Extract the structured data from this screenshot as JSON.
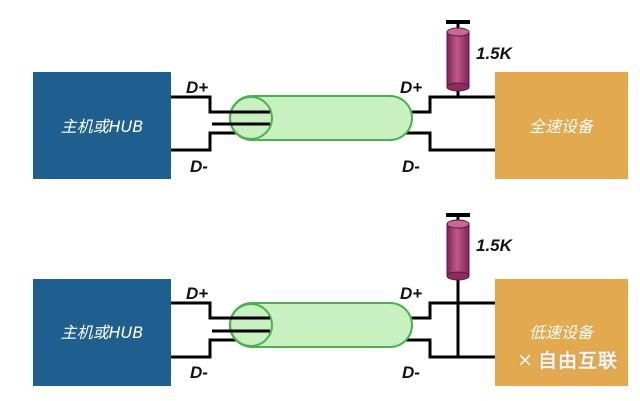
{
  "colors": {
    "host_box": "#1f5f8f",
    "device_box": "#e2a94e",
    "cable_fill": "#c8f0c0",
    "cable_stroke": "#4caf50",
    "resistor_fill": "#a33b6e",
    "wire": "#000000"
  },
  "top": {
    "host_label": "主机或HUB",
    "device_label": "全速设备",
    "host_dplus": "D+",
    "host_dminus": "D-",
    "device_dplus": "D+",
    "device_dminus": "D-",
    "resistor_label": "1.5K"
  },
  "bottom": {
    "host_label": "主机或HUB",
    "device_label": "低速设备",
    "host_dplus": "D+",
    "host_dminus": "D-",
    "device_dplus": "D+",
    "device_dminus": "D-",
    "resistor_label": "1.5K"
  },
  "watermark": {
    "symbol": "✕",
    "text": "自由互联"
  }
}
